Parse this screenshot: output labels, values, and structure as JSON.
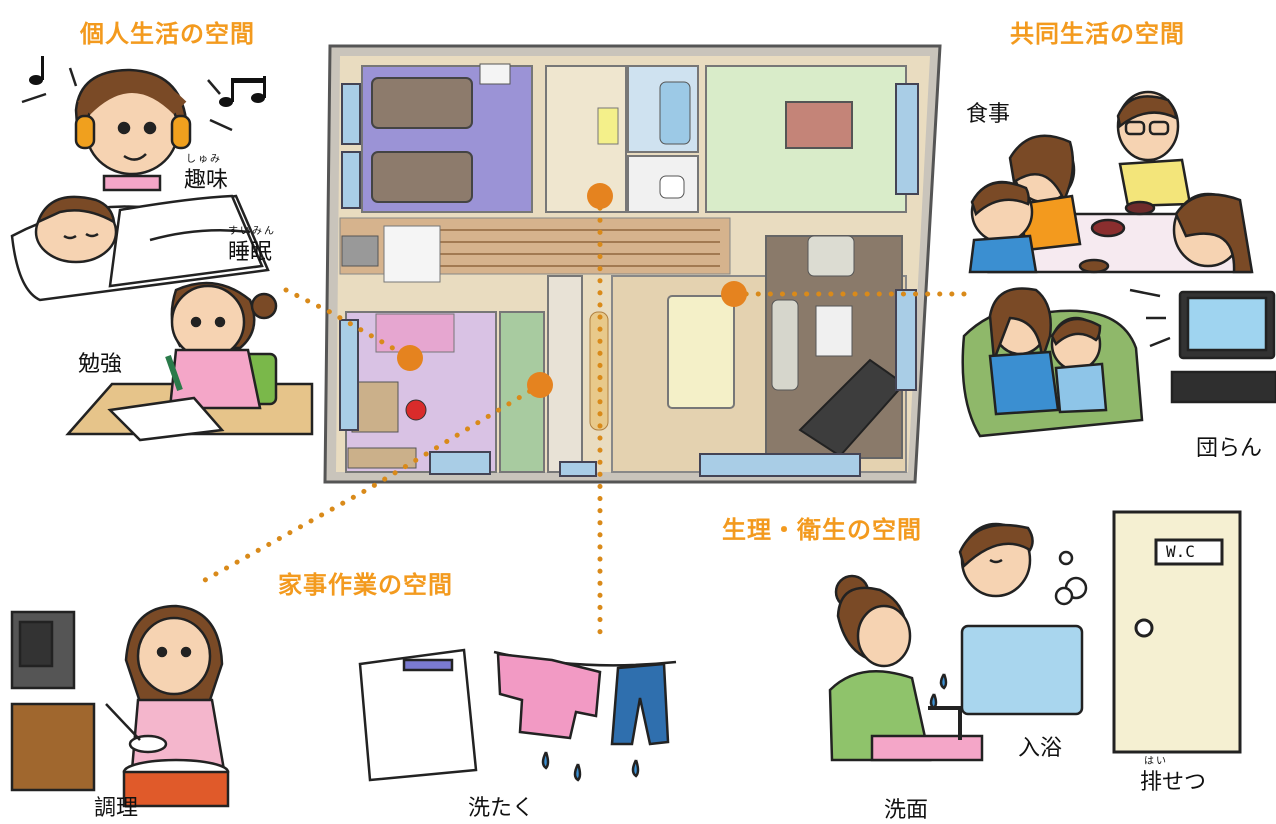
{
  "headings": {
    "personal": "個人生活の空間",
    "shared": "共同生活の空間",
    "hygiene": "生理・衛生の空間",
    "housework": "家事作業の空間"
  },
  "labels": {
    "hobby": "趣味",
    "hobby_ruby": "しゅみ",
    "sleep": "睡眠",
    "sleep_ruby": "すいみん",
    "study": "勉強",
    "meal": "食事",
    "family_time": "団らん",
    "bath": "入浴",
    "toilet": "排せつ",
    "toilet_ruby": "はい",
    "cooking": "調理",
    "laundry": "洗たく",
    "face_wash": "洗面",
    "door_sign": "W.C"
  },
  "colors": {
    "heading": "#f39a1e",
    "connector": "#d98a1a",
    "bedroom": "#9b93d6",
    "child_room": "#d9c2e4",
    "living_rug": "#8a7a6a",
    "floor": "#e9dcc0",
    "wall": "#9a9a9a"
  }
}
